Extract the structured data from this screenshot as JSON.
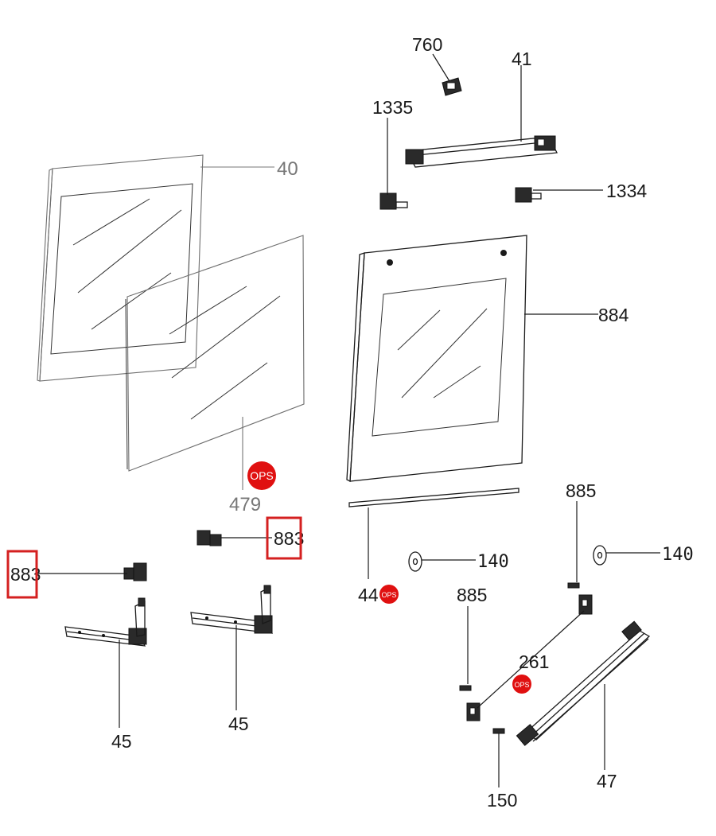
{
  "callouts": {
    "p760": "760",
    "p41": "41",
    "p1335": "1335",
    "p1334": "1334",
    "p40": "40",
    "p884": "884",
    "p479": "479",
    "p883_a": "883",
    "p883_b": "883",
    "p44": "44",
    "p140_a": "140",
    "p140_b": "140",
    "p885_a": "885",
    "p885_b": "885",
    "p261": "261",
    "p45_a": "45",
    "p45_b": "45",
    "p150": "150",
    "p47": "47"
  },
  "badges": {
    "ops_large": "OPS",
    "ops_small_a": "OPS",
    "ops_small_b": "OPS"
  },
  "colors": {
    "ops_red": "#e01010",
    "highlight_red": "#d42020",
    "line": "#1a1a1a",
    "line_light": "#6e6e6e"
  }
}
